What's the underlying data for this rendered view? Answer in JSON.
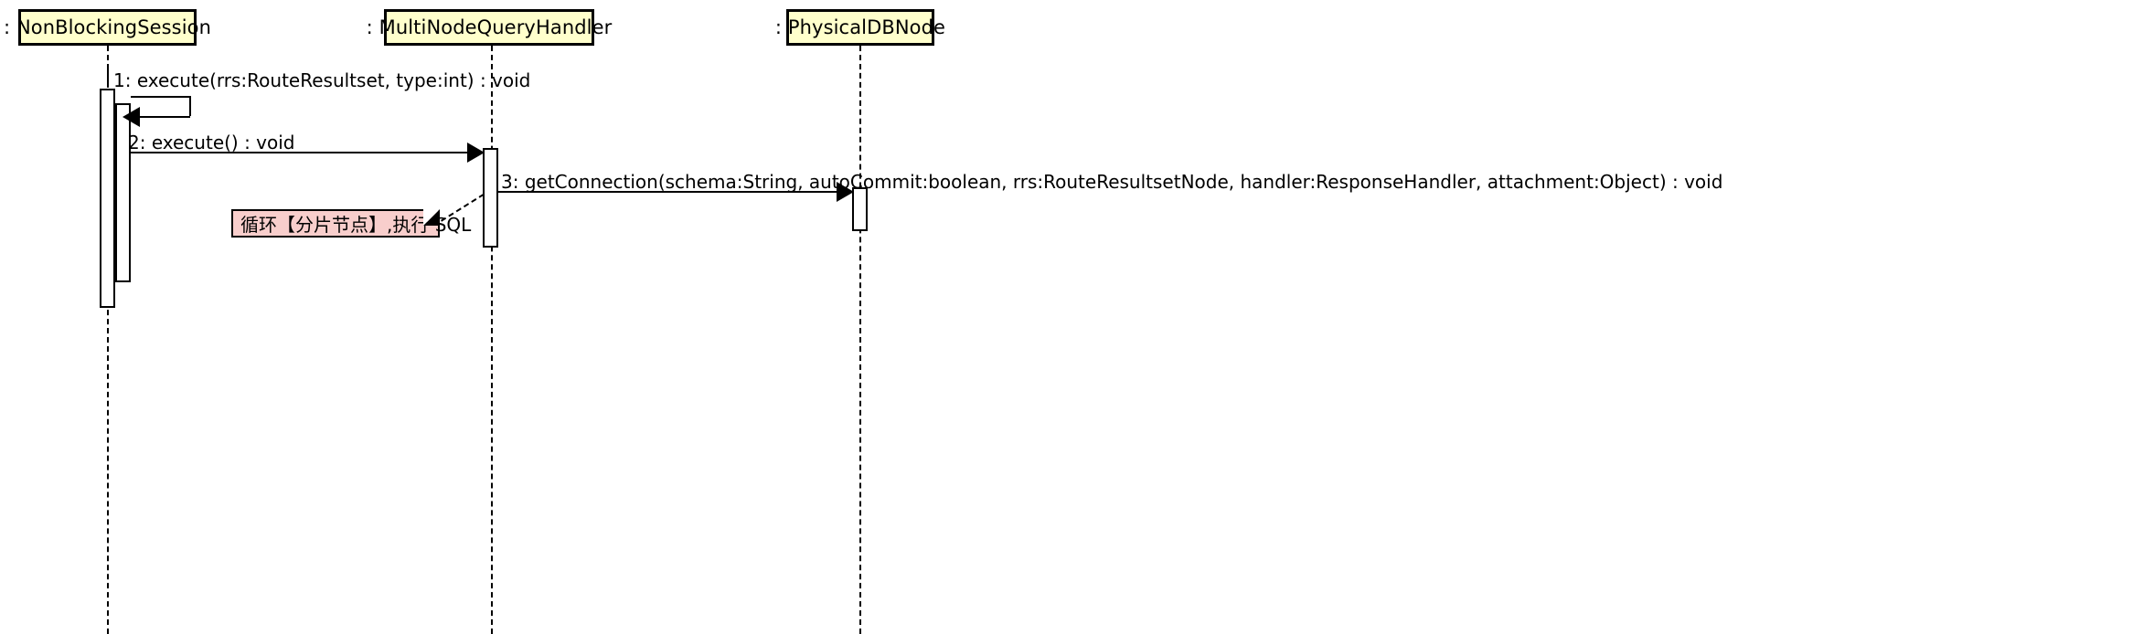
{
  "diagram": {
    "type": "uml-sequence-diagram",
    "background_color": "#FFFFFF",
    "lifeline_fill_color": "#FFFFCC",
    "note_fill_color": "#F8CECC",
    "line_color": "#000000"
  },
  "lifelines": [
    {
      "id": "session",
      "label": ": NonBlockingSession"
    },
    {
      "id": "handler",
      "label": ": MultiNodeQueryHandler"
    },
    {
      "id": "dbnode",
      "label": ": PhysicalDBNode"
    }
  ],
  "messages": [
    {
      "seq": "1",
      "label": "1: execute(rrs:RouteResultset, type:int) : void",
      "from": "session",
      "to": "session",
      "kind": "found-message"
    },
    {
      "seq": "2",
      "label": "2: execute() : void",
      "from": "session",
      "to": "handler",
      "kind": "synchronous-call"
    },
    {
      "seq": "3",
      "label": "3: getConnection(schema:String, autoCommit:boolean, rrs:RouteResultsetNode, handler:ResponseHandler, attachment:Object) : void",
      "from": "handler",
      "to": "dbnode",
      "kind": "synchronous-call"
    }
  ],
  "notes": [
    {
      "id": "loop-note",
      "text": "循环【分片节点】,执行 SQL",
      "attached_to": "handler"
    }
  ]
}
